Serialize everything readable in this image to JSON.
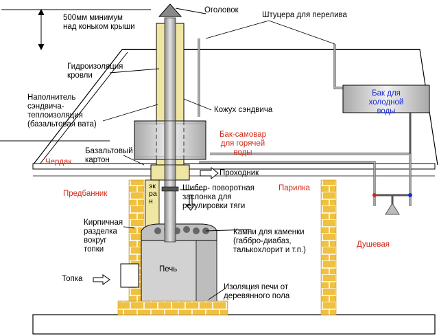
{
  "labels": {
    "height_note": "500мм минимум\nнад коньком крыши",
    "chimney_cap": "Оголовок",
    "overflow_fittings": "Штуцера для перелива",
    "roof_waterproofing": "Гидроизоляция\nкровли",
    "sandwich_insulation": "Наполнитель\nсэндвича-\nтеплоизоляция\n(базальтовая вата)",
    "sandwich_casing": "Кожух сэндвича",
    "attic": "Чердак",
    "basalt_board": "Базальтовый\nкартон",
    "passage": "Проходник",
    "damper": "Шибер- поворотная\nзаслонка для\nрегулировки тяги",
    "screen": "экран",
    "pre_bath": "Предбанник",
    "steam_room": "Парилка",
    "brick_partition": "Кирпичная\nразделка\nвокруг\nтопки",
    "stones": "Камни для каменки\n(габбро-диабаз,\nталькохлорит и т.п.)",
    "shower": "Душевая",
    "firebox": "Топка",
    "stove": "Печь",
    "floor_insulation": "Изоляция печи от\nдеревянного пола"
  },
  "callouts": {
    "cold_tank": "Бак для\nхолодной\nводы",
    "hot_tank": "Бак-самовар\nдля горячей\nводы"
  },
  "colors": {
    "insulation": "#efe6a4",
    "brick": "#f0c040",
    "metal": "#d2d2d2",
    "accent_red": "#d22a1a",
    "accent_blue": "#1a2bd6"
  }
}
